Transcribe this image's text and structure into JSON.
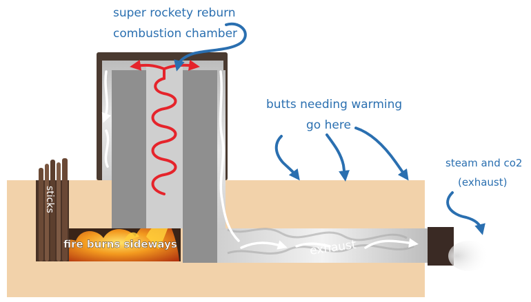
{
  "labels": {
    "chamber_line1": "super rockety reburn",
    "chamber_line2": "combustion chamber",
    "butts_line1": "butts needing warming",
    "butts_line2": "go here",
    "steam_line1": "steam and co2",
    "steam_line2": "(exhaust)",
    "sticks": "sticks",
    "fire": "fire burns sideways",
    "exhaust": "exhaust"
  },
  "colors": {
    "bench": "#f2d2aa",
    "barrel": "#4a3a30",
    "chimney_block": "#8f8f8f",
    "insulation": "#dcdcdc",
    "flame_red": "#e5242b",
    "annotation_blue": "#2a6fb0",
    "chimney_cap": "#3a2a24",
    "fire_orange": "#f0881c"
  }
}
